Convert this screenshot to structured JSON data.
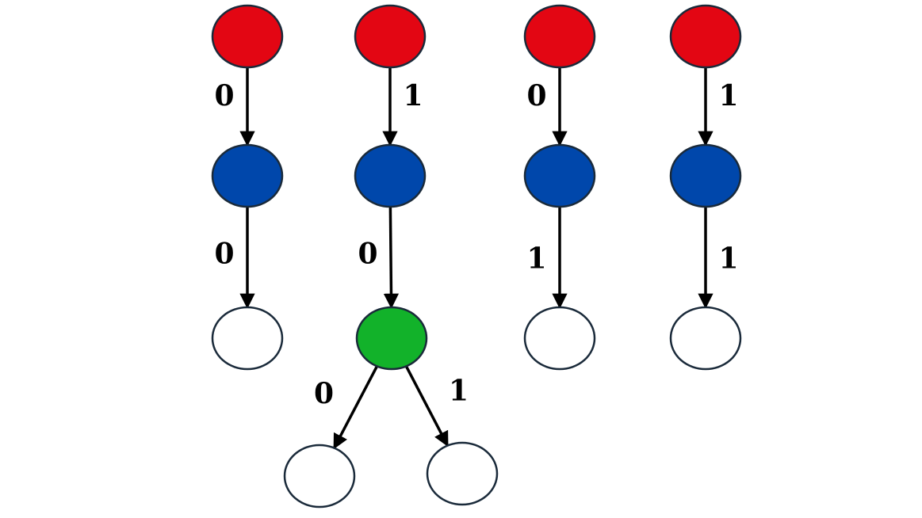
{
  "colors": {
    "red": "#e30613",
    "blue": "#0047ab",
    "green": "#12b22a",
    "empty": "#ffffff"
  },
  "trees": [
    {
      "nodes": [
        {
          "id": "t1-root",
          "color": "red"
        },
        {
          "id": "t1-mid",
          "color": "blue"
        },
        {
          "id": "t1-leaf",
          "color": "empty"
        }
      ],
      "edges": [
        {
          "from": "t1-root",
          "to": "t1-mid",
          "label": "0"
        },
        {
          "from": "t1-mid",
          "to": "t1-leaf",
          "label": "0"
        }
      ]
    },
    {
      "nodes": [
        {
          "id": "t2-root",
          "color": "red"
        },
        {
          "id": "t2-mid",
          "color": "blue"
        },
        {
          "id": "t2-branch",
          "color": "green"
        },
        {
          "id": "t2-leaf-left",
          "color": "empty"
        },
        {
          "id": "t2-leaf-right",
          "color": "empty"
        }
      ],
      "edges": [
        {
          "from": "t2-root",
          "to": "t2-mid",
          "label": "1"
        },
        {
          "from": "t2-mid",
          "to": "t2-branch",
          "label": "0"
        },
        {
          "from": "t2-branch",
          "to": "t2-leaf-left",
          "label": "0"
        },
        {
          "from": "t2-branch",
          "to": "t2-leaf-right",
          "label": "1"
        }
      ]
    },
    {
      "nodes": [
        {
          "id": "t3-root",
          "color": "red"
        },
        {
          "id": "t3-mid",
          "color": "blue"
        },
        {
          "id": "t3-leaf",
          "color": "empty"
        }
      ],
      "edges": [
        {
          "from": "t3-root",
          "to": "t3-mid",
          "label": "0"
        },
        {
          "from": "t3-mid",
          "to": "t3-leaf",
          "label": "1"
        }
      ]
    },
    {
      "nodes": [
        {
          "id": "t4-root",
          "color": "red"
        },
        {
          "id": "t4-mid",
          "color": "blue"
        },
        {
          "id": "t4-leaf",
          "color": "empty"
        }
      ],
      "edges": [
        {
          "from": "t4-root",
          "to": "t4-mid",
          "label": "1"
        },
        {
          "from": "t4-mid",
          "to": "t4-leaf",
          "label": "1"
        }
      ]
    }
  ]
}
